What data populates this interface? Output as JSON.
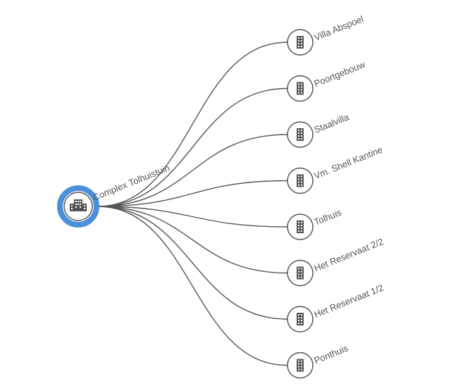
{
  "root": {
    "label": "Complex Tolhuistuin",
    "icon": "building-complex-icon",
    "highlight_color": "#4a90d9"
  },
  "children": [
    {
      "label": "Villa Abspoel",
      "icon": "building-icon"
    },
    {
      "label": "Poortgebouw",
      "icon": "building-icon"
    },
    {
      "label": "Staalvilla",
      "icon": "building-icon"
    },
    {
      "label": "Vm. Shell Kantine",
      "icon": "building-icon"
    },
    {
      "label": "Tolhuis",
      "icon": "building-icon"
    },
    {
      "label": "Het Reservaat 2/2",
      "icon": "building-icon"
    },
    {
      "label": "Het Reservaat 1/2",
      "icon": "building-icon"
    },
    {
      "label": "Ponthuis",
      "icon": "building-icon"
    }
  ],
  "colors": {
    "edge": "#555555",
    "text": "#555555",
    "ring": "#4a90d9"
  }
}
